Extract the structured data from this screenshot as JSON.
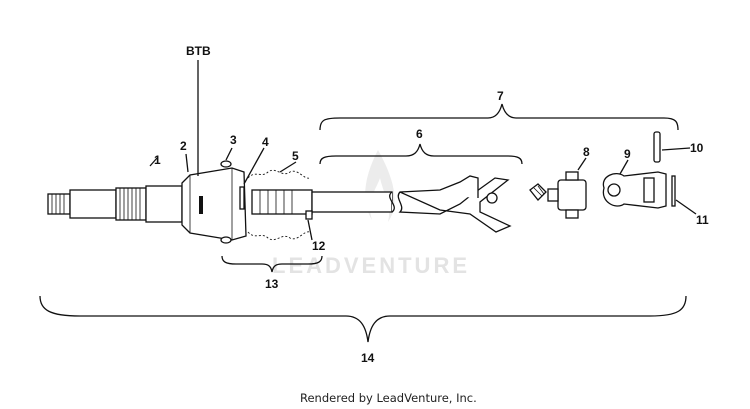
{
  "watermark": "LEADVENTURE",
  "footer": "Rendered by LeadVenture, Inc.",
  "callouts": {
    "btb": "BTB",
    "c1": "1",
    "c2": "2",
    "c3": "3",
    "c4": "4",
    "c5": "5",
    "c6": "6",
    "c7": "7",
    "c8": "8",
    "c9": "9",
    "c10": "10",
    "c11": "11",
    "c12": "12",
    "c13": "13",
    "c14": "14"
  }
}
